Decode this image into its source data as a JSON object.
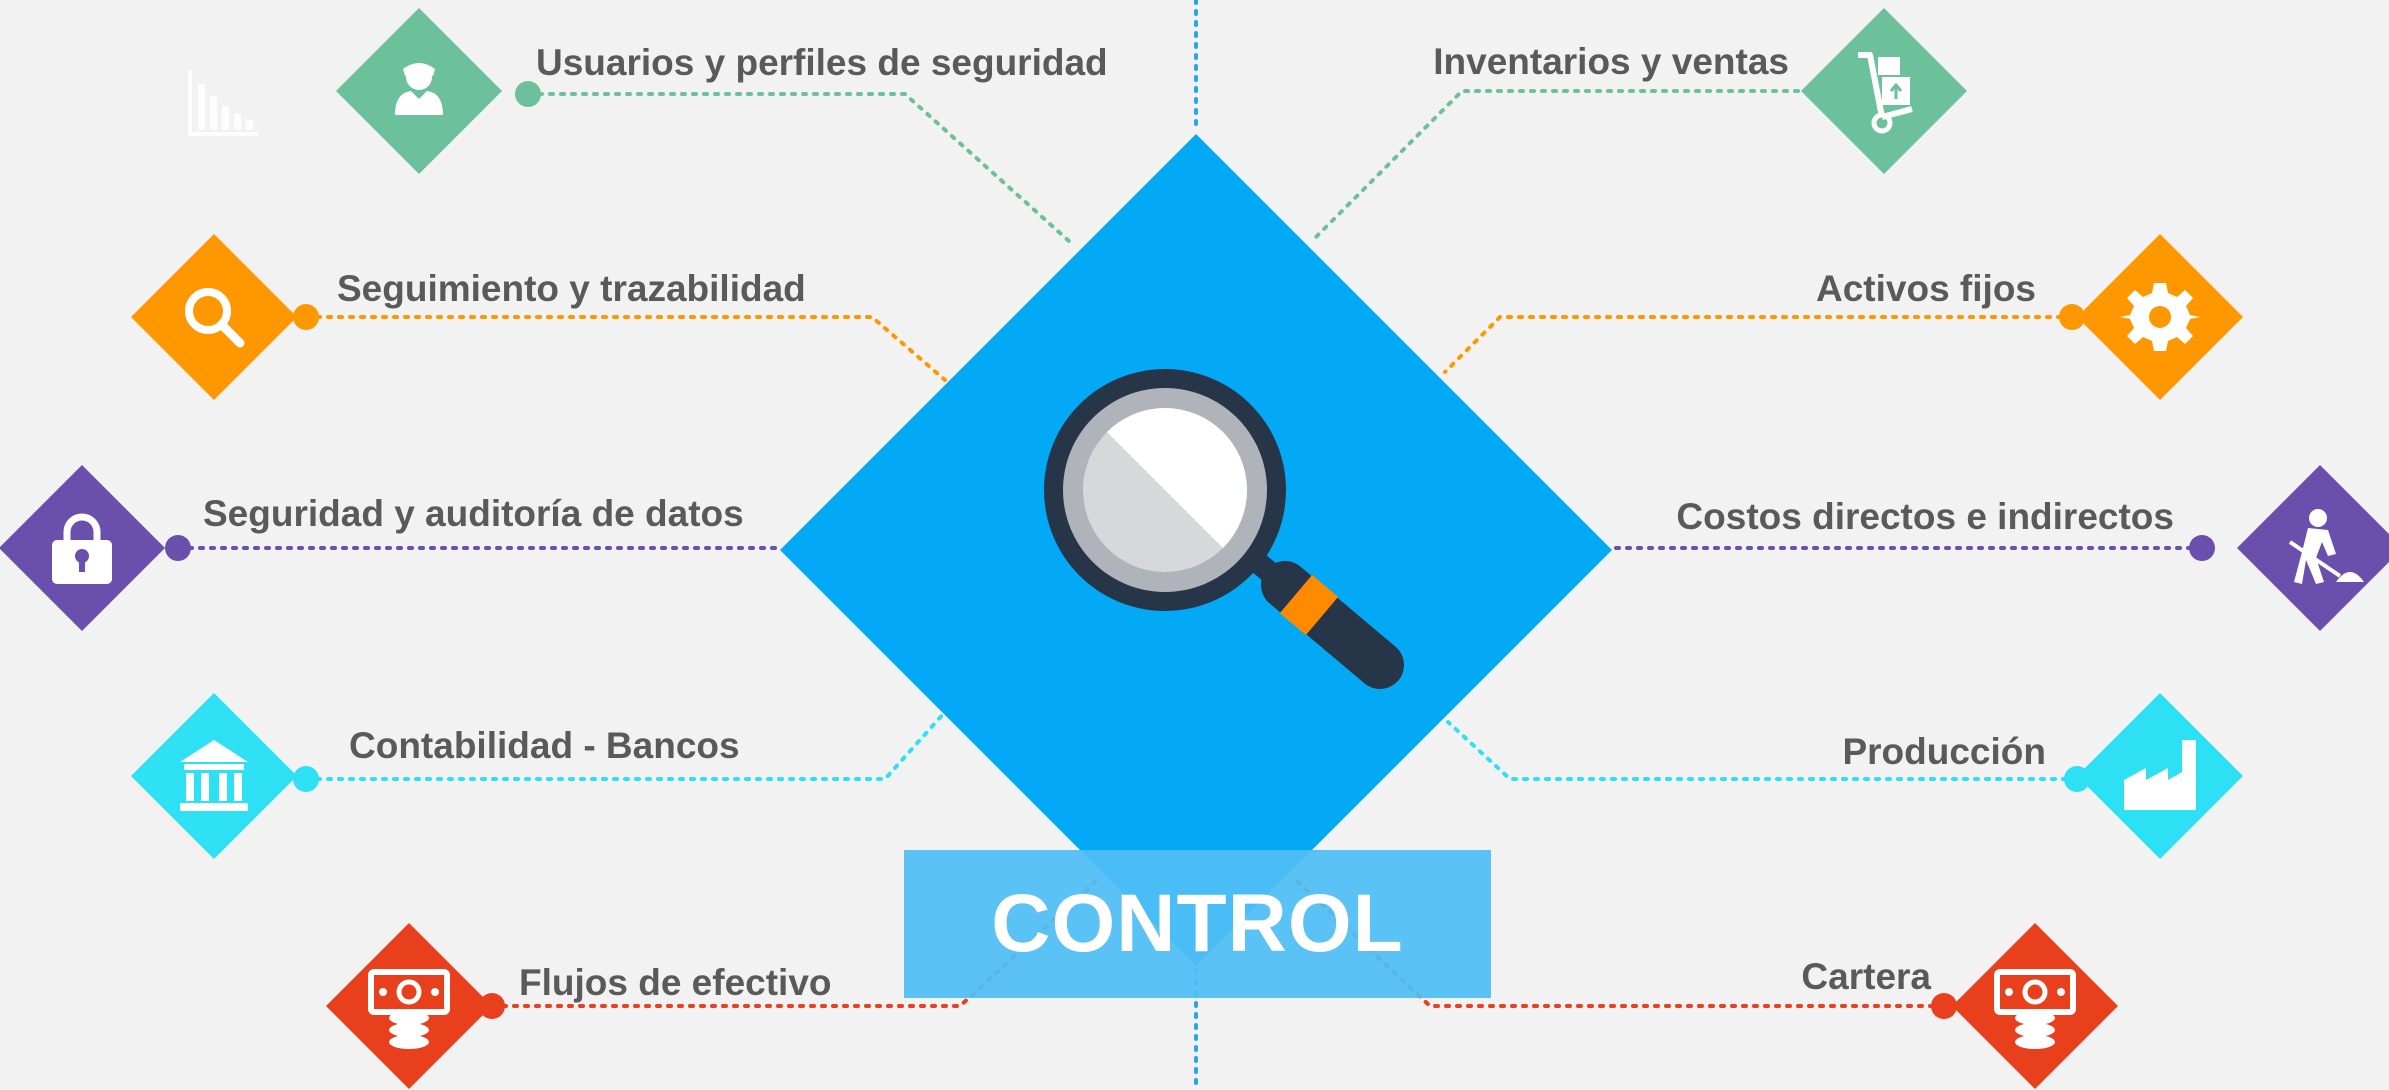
{
  "title": "CONTROL",
  "colors": {
    "center": "#03a9f4",
    "banner": "#4fbdf5",
    "text": "#5a5a5a",
    "green": "#6cc19c",
    "orange": "#ff9800",
    "purple": "#6a4fad",
    "cyan": "#2ee0f4",
    "red": "#e8401c",
    "blue_axis": "#2aa6e8"
  },
  "modules": [
    {
      "id": "usuarios",
      "label": "Usuarios y perfiles de seguridad",
      "icon": "user-icon",
      "color": "#6cc19c",
      "side": "left"
    },
    {
      "id": "seguimiento",
      "label": "Seguimiento y trazabilidad",
      "icon": "search-icon",
      "color": "#ff9800",
      "side": "left"
    },
    {
      "id": "seguridad",
      "label": "Seguridad y auditoría de datos",
      "icon": "lock-icon",
      "color": "#6a4fad",
      "side": "left"
    },
    {
      "id": "contabilidad",
      "label": "Contabilidad - Bancos",
      "icon": "bank-icon",
      "color": "#2ee0f4",
      "side": "left"
    },
    {
      "id": "flujos",
      "label": "Flujos de efectivo",
      "icon": "money-icon",
      "color": "#e8401c",
      "side": "left"
    },
    {
      "id": "inventarios",
      "label": "Inventarios y ventas",
      "icon": "hand-truck-icon",
      "color": "#6cc19c",
      "side": "right"
    },
    {
      "id": "activos",
      "label": "Activos fijos",
      "icon": "gear-icon",
      "color": "#ff9800",
      "side": "right"
    },
    {
      "id": "costos",
      "label": "Costos directos e indirectos",
      "icon": "worker-icon",
      "color": "#6a4fad",
      "side": "right"
    },
    {
      "id": "produccion",
      "label": "Producción",
      "icon": "factory-icon",
      "color": "#2ee0f4",
      "side": "right"
    },
    {
      "id": "cartera",
      "label": "Cartera",
      "icon": "money-icon",
      "color": "#e8401c",
      "side": "right"
    }
  ]
}
